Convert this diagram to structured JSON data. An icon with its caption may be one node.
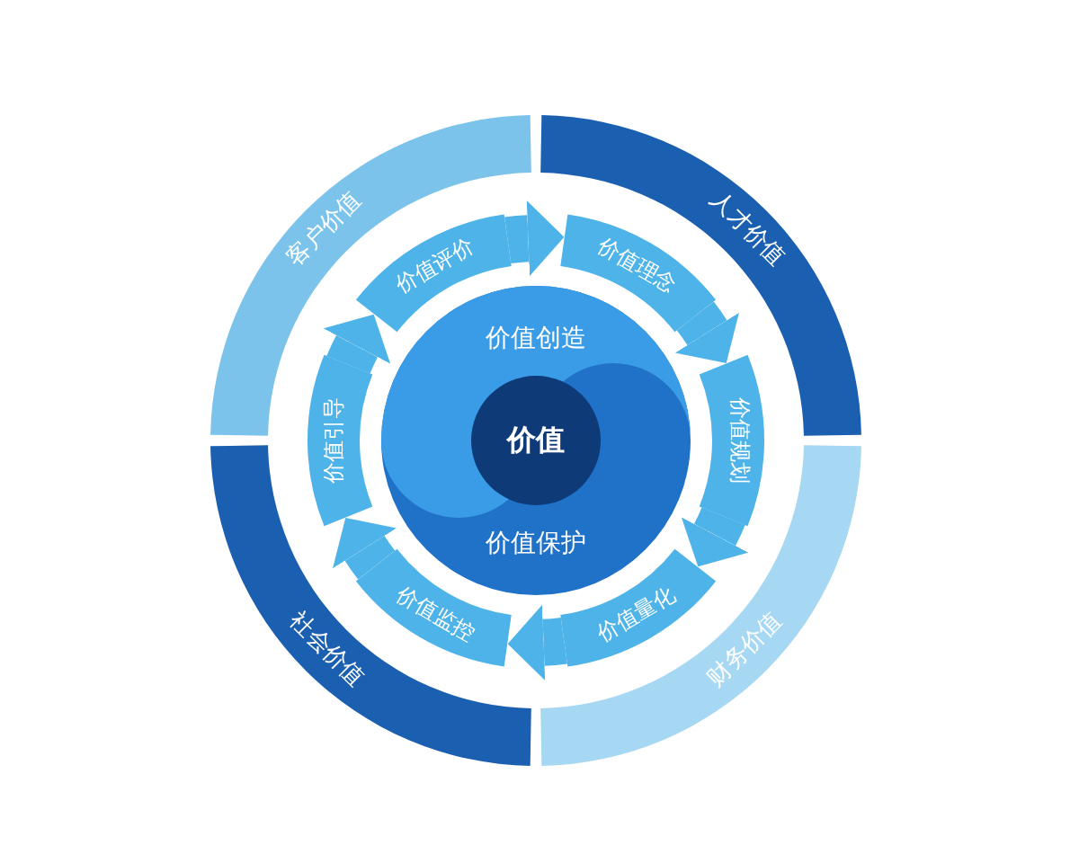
{
  "diagram": {
    "nodes": [
      {
        "text": [
          "客户价值"
        ]
      },
      {
        "text": [
          "人才价值"
        ]
      },
      {
        "text": [
          "财务价值"
        ]
      },
      {
        "text": [
          "社会价值"
        ]
      },
      {
        "text": [
          "价值评价"
        ]
      },
      {
        "text": [
          "价值理念"
        ]
      },
      {
        "text": [
          "价值规划"
        ]
      },
      {
        "text": [
          "价值量化"
        ]
      },
      {
        "text": [
          "价值监控"
        ]
      },
      {
        "text": [
          "价值引导"
        ]
      },
      {
        "text": [
          "价值创造",
          "价值保护"
        ]
      },
      {
        "text": [
          "价值"
        ],
        "in": 10
      }
    ],
    "edges": [
      {
        "from": 4,
        "to": 5,
        "arrow": "to"
      },
      {
        "from": 5,
        "to": 6,
        "arrow": "to"
      },
      {
        "from": 6,
        "to": 7,
        "arrow": "to"
      },
      {
        "from": 7,
        "to": 8,
        "arrow": "to"
      },
      {
        "from": 8,
        "to": 9,
        "arrow": "to"
      },
      {
        "from": 9,
        "to": 4,
        "arrow": "to"
      }
    ]
  }
}
